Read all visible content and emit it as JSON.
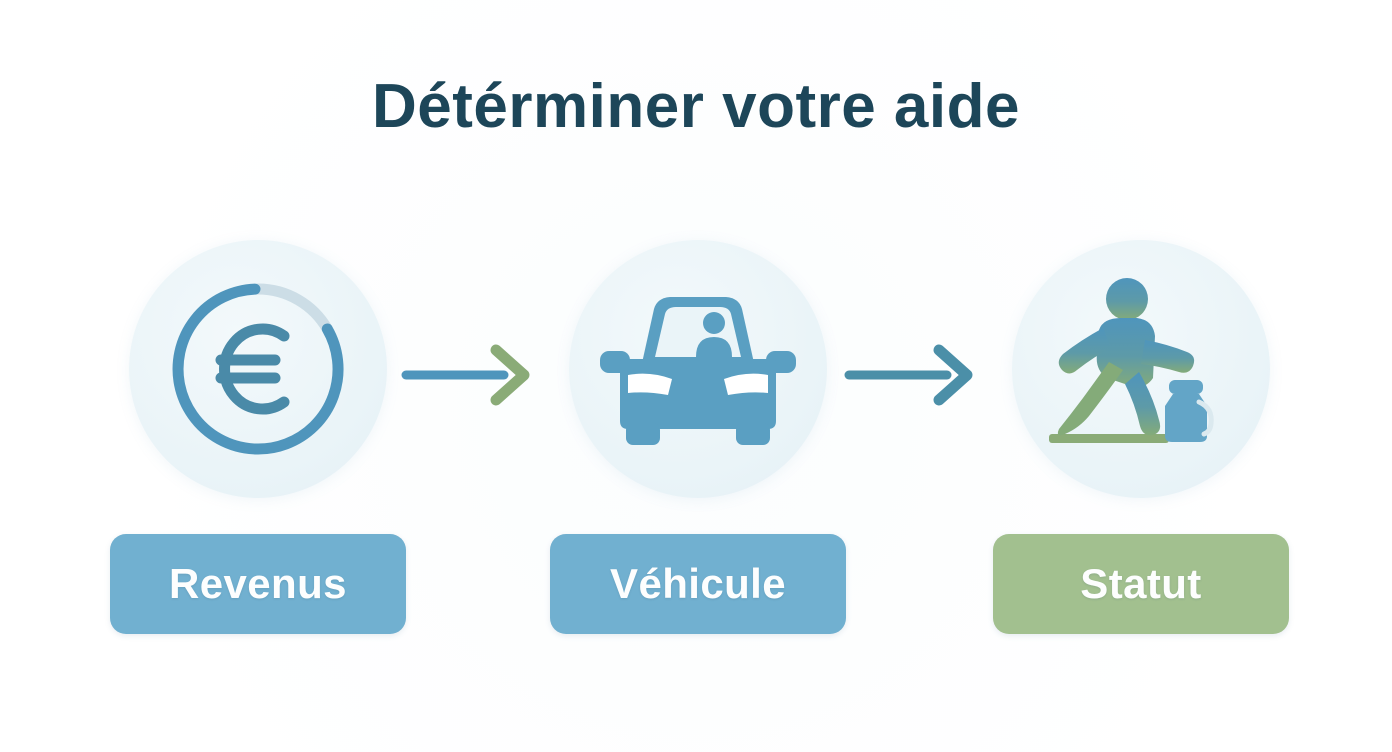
{
  "page": {
    "title": "Détérminer votre aide",
    "background_color": "#ffffff",
    "title_color": "#1d4659"
  },
  "palette": {
    "circle_fill": "#eaf4f8",
    "icon_blue": "#4f95bc",
    "icon_blue_light": "#71b0d0",
    "icon_green": "#8aab77",
    "pill_blue": "#71b0d0",
    "pill_green": "#a2c08f",
    "ring_track": "#ccdde6",
    "label_text": "#fdfefe"
  },
  "steps": [
    {
      "id": "revenus",
      "label": "Revenus",
      "icon_name": "euro-progress-ring-icon",
      "pill_color": "#71b0d0",
      "pill_style": "blue"
    },
    {
      "id": "vehicule",
      "label": "Véhicule",
      "icon_name": "car-front-icon",
      "pill_color": "#71b0d0",
      "pill_style": "blue"
    },
    {
      "id": "statut",
      "label": "Statut",
      "icon_name": "walking-person-with-bag-icon",
      "pill_color": "#a2c08f",
      "pill_style": "green"
    }
  ],
  "arrows": [
    {
      "id": "arrow-1",
      "from": "revenus",
      "to": "vehicule",
      "shaft_color": "#4f95bc",
      "head_color": "#8aab77"
    },
    {
      "id": "arrow-2",
      "from": "vehicule",
      "to": "statut",
      "shaft_color": "#4b8fa8",
      "head_color": "#4b8fa8"
    }
  ]
}
